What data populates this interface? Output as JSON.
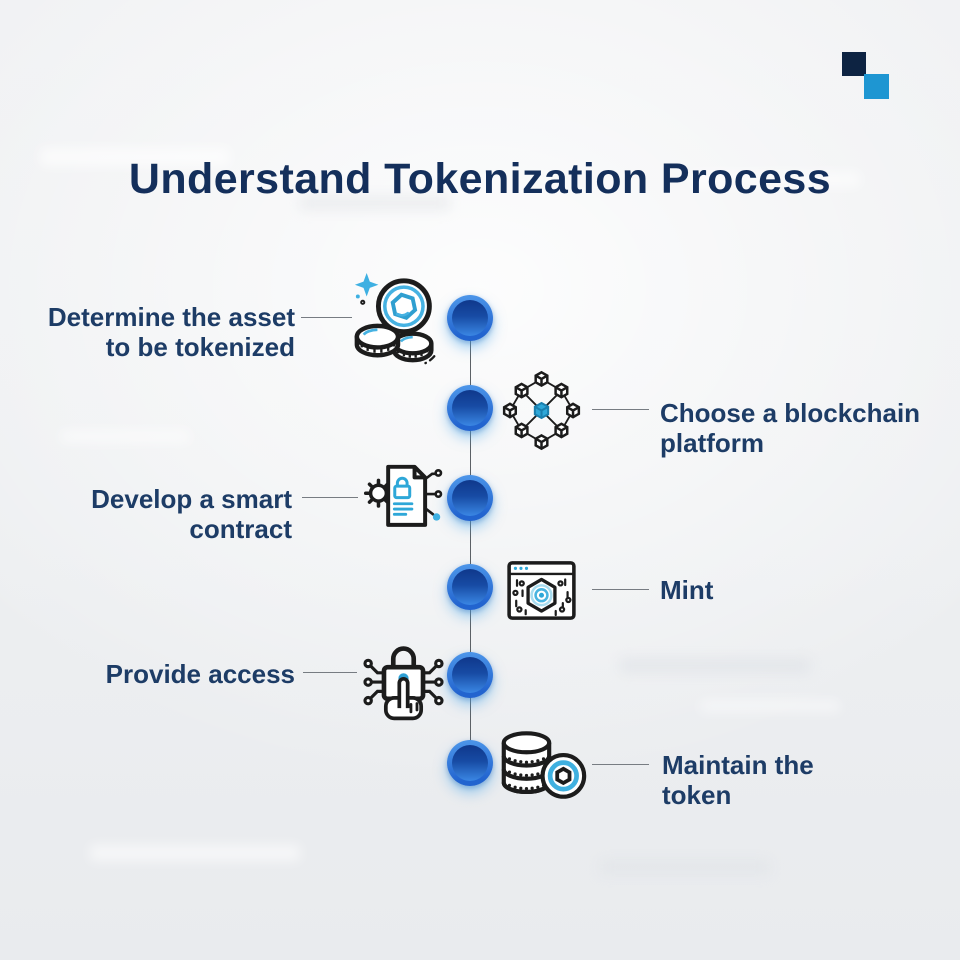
{
  "page": {
    "title": "Understand Tokenization Process"
  },
  "logo": {
    "description": "two overlapping squares",
    "dark_square_hex": "#0d2342",
    "blue_square_hex": "#1e96d2"
  },
  "colors": {
    "background": "#eef0f2",
    "title_navy": "#142f5b",
    "label_navy": "#1d3c66",
    "icon_outline_black": "#1c1c1c",
    "icon_accent_blue": "#2ea7d8",
    "node_outer_blue": "#2d7de2",
    "node_inner_top": "#103a8e",
    "node_inner_bottom": "#3a87e4",
    "connector_gray": "#777c82"
  },
  "timeline": {
    "node_count": 6,
    "orientation": "vertical"
  },
  "steps": [
    {
      "label": "Determine the asset\nto be tokenized",
      "side": "left",
      "icon": "tokenized-asset-coins-icon"
    },
    {
      "label": "Choose a blockchain\nplatform",
      "side": "right",
      "icon": "blockchain-network-icon"
    },
    {
      "label": "Develop a smart\ncontract",
      "side": "left",
      "icon": "smart-contract-icon"
    },
    {
      "label": "Mint",
      "side": "right",
      "icon": "mint-token-browser-icon"
    },
    {
      "label": "Provide access",
      "side": "left",
      "icon": "access-control-lock-icon"
    },
    {
      "label": "Maintain the\ntoken",
      "side": "right",
      "icon": "maintain-token-coins-icon"
    }
  ]
}
